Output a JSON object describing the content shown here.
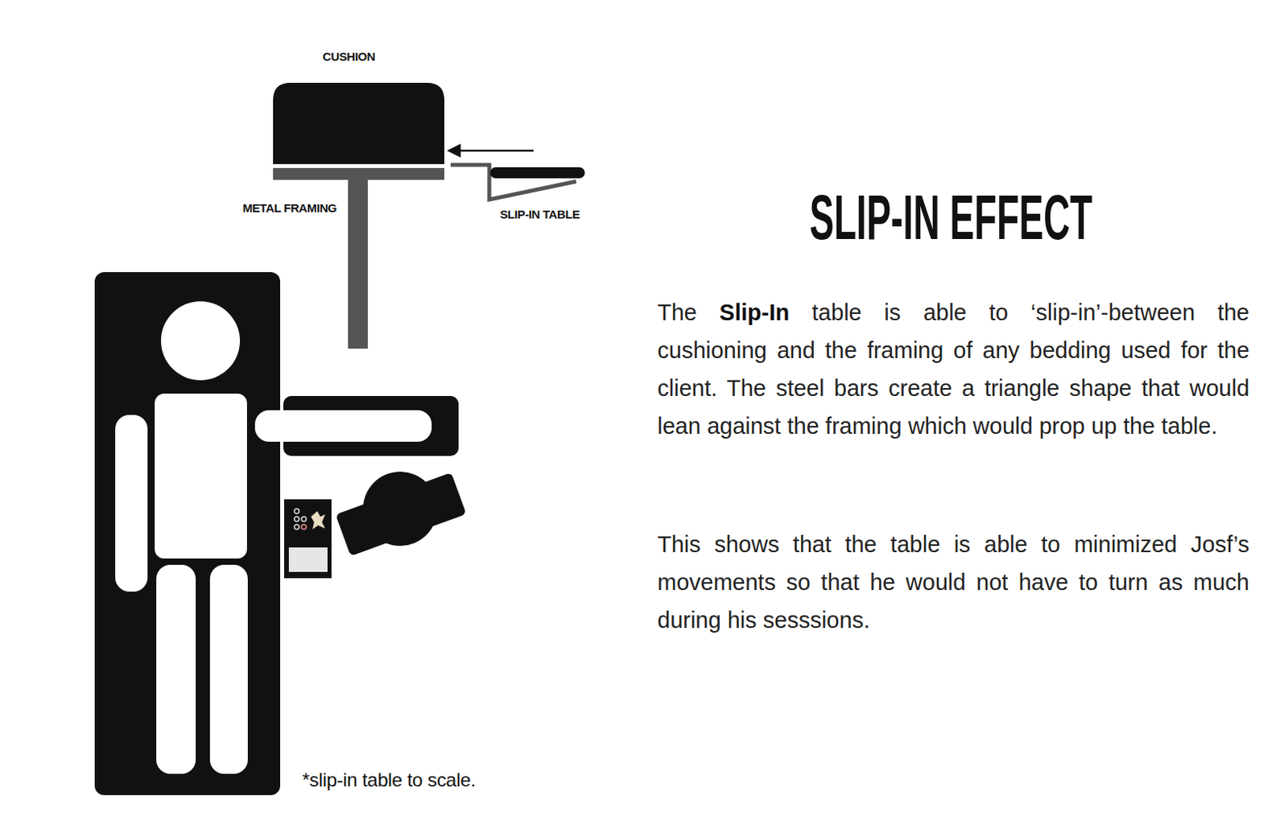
{
  "diagram": {
    "title": "SLIP-IN EFFECT",
    "labels": [
      "CUSHION",
      "METAL FRAMING",
      "SLIP-IN TABLE",
      "The Slip-In table is able to ‘slip-in’-between the cushioning and the framing of any bedding used for the client. The steel bars create a triangle shape that would lean against the framing which would prop up the table.",
      "This shows that the table is able to minimized Josf’s movements so that he would not have to turn as much during his sesssions.",
      "*slip-in table to scale."
    ]
  }
}
